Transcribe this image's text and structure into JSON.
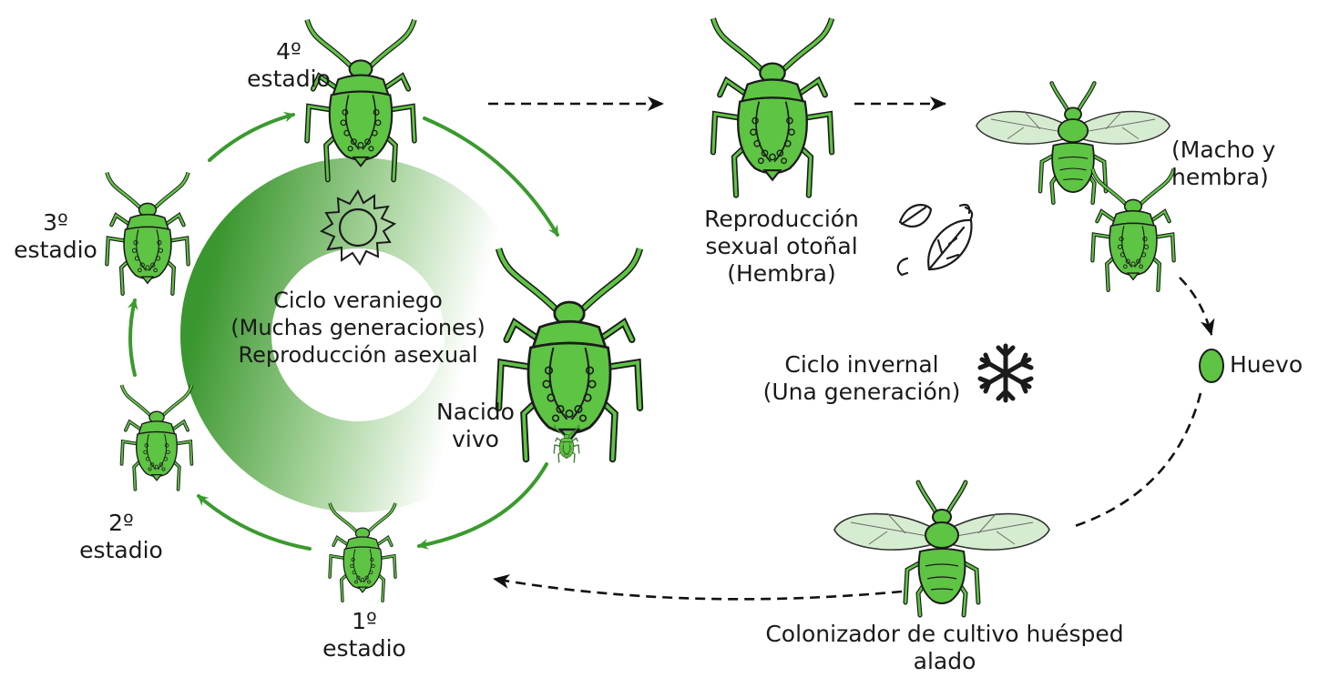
{
  "labels": {
    "stage4": [
      "4º",
      "estadio"
    ],
    "stage3": [
      "3º",
      "estadio"
    ],
    "stage2": [
      "2º",
      "estadio"
    ],
    "stage1": [
      "1º",
      "estadio"
    ],
    "summer_cycle": [
      "Ciclo veraniego",
      "(Muchas generaciones)",
      "Reproducción asexual"
    ],
    "born_alive": [
      "Nacido",
      "vivo"
    ],
    "autumn_repro": [
      "Reproducción",
      "sexual otoñal",
      "(Hembra)"
    ],
    "male_female": [
      "(Macho y",
      "hembra)"
    ],
    "winter_cycle": [
      "Ciclo invernal",
      "(Una generación)"
    ],
    "egg": "Huevo",
    "colonizer": [
      "Colonizador de cultivo huésped",
      "alado"
    ]
  },
  "icons": {
    "sun": "sun-icon",
    "leaves": "falling-leaves-icon",
    "snowflake": "snowflake-icon"
  },
  "colors": {
    "insect_fill": "#5ec443",
    "insect_dark": "#2f8a24",
    "arrow_green": "#3a9a2e",
    "ring_dark": "#3f9a33",
    "wing_fill": "#d6ecd0",
    "egg_fill": "#5ec443"
  }
}
